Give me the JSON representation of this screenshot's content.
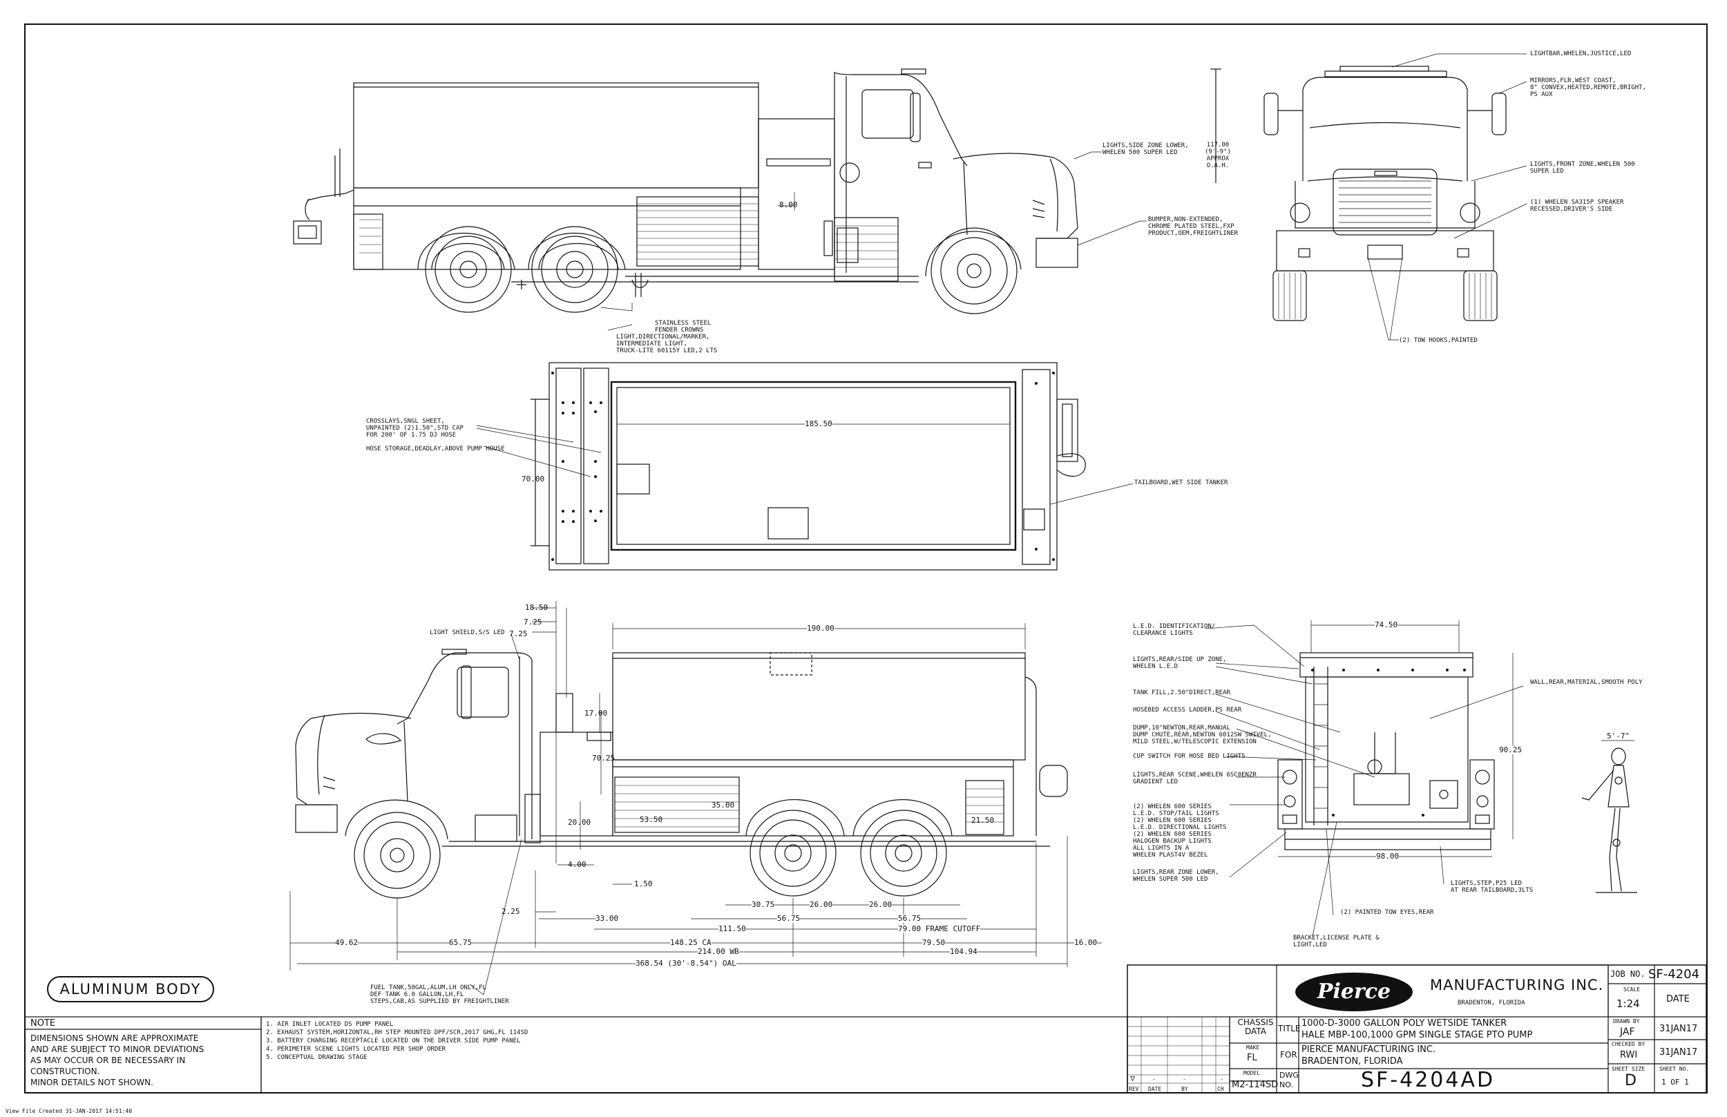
{
  "frame": {
    "footer_created": "View File Created 31-JAN-2017 14:51:40",
    "aluminum_body": "ALUMINUM BODY",
    "note": {
      "heading": "NOTE",
      "lines": [
        "DIMENSIONS SHOWN ARE APPROXIMATE",
        "AND ARE SUBJECT TO MINOR DEVIATIONS",
        "AS MAY OCCUR OR BE NECESSARY IN",
        "CONSTRUCTION.",
        "MINOR DETAILS NOT SHOWN."
      ]
    },
    "general_notes": [
      "1. AIR INLET LOCATED DS PUMP PANEL",
      "2. EXHAUST SYSTEM,HORIZONTAL,RH STEP MOUNTED DPF/SCR,2017 GHG,FL 114SD",
      "3. BATTERY CHARGING RECEPTACLE LOCATED ON THE DRIVER SIDE PUMP PANEL",
      "4. PERIMETER SCENE LIGHTS LOCATED PER SHOP ORDER",
      "5. CONCEPTUAL DRAWING STAGE"
    ]
  },
  "title_block": {
    "logo_text": "Pierce",
    "company": "MANUFACTURING INC.",
    "company_location": "BRADENTON, FLORIDA",
    "job_no_label": "JOB NO.",
    "job_no": "SF-4204",
    "scale_label": "SCALE",
    "scale": "1:24",
    "date_label": "DATE",
    "drawn_by_label": "DRAWN BY",
    "drawn_by": "JAF",
    "drawn_date": "31JAN17",
    "checked_by_label": "CHECKED BY",
    "checked_by": "RWI",
    "checked_date": "31JAN17",
    "chassis_data_label": "CHASSIS DATA",
    "make_label": "MAKE",
    "make": "FL",
    "model_label": "MODEL",
    "model": "M2-114SD",
    "title_label": "TITLE",
    "title_line1": "1000-D-3000 GALLON POLY WETSIDE TANKER",
    "title_line2": "HALE MBP-100,1000 GPM SINGLE STAGE PTO PUMP",
    "for_label": "FOR",
    "for_line1": "PIERCE MANUFACTURING INC.",
    "for_line2": "BRADENTON, FLORIDA",
    "dwg_label": "DWG NO.",
    "dwg_no": "SF-4204AD",
    "sheet_size_label": "SHEET SIZE",
    "sheet_size": "D",
    "sheet_no_label": "SHEET NO.",
    "sheet_no": "1 OF 1",
    "rev_headers": [
      "REV",
      "DATE",
      "BY",
      "CH"
    ],
    "rev_values": [
      "-",
      "-",
      "-"
    ]
  },
  "callouts": {
    "c1": "LIGHTS,SIDE ZONE LOWER,\nWHELEN 500 SUPER LED",
    "c2": "BUMPER,NON-EXTENDED,\nCHROME PLATED STEEL,FXP\nPRODUCT,OEM,FREIGHTLINER",
    "c3": "STAINLESS STEEL\nFENDER CROWNS",
    "c4": "LIGHT,DIRECTIONAL/MARKER,\nINTERMEDIATE LIGHT,\nTRUCK-LITE 60115Y LED,2 LTS",
    "c5": "117.00\n(9'-9\")\nAPPROX\nO.A.H.",
    "c6": "LIGHTBAR,WHELEN,JUSTICE,LED",
    "c7": "MIRRORS,FLR,WEST COAST,\n8\" CONVEX,HEATED,REMOTE,BRIGHT,\nPS AUX",
    "c8": "LIGHTS,FRONT ZONE,WHELEN 500\nSUPER LED",
    "c9": "(1) WHELEN SA315P SPEAKER\nRECESSED,DRIVER'S SIDE",
    "c10": "(2) TOW HOOKS,PAINTED",
    "c11": "CROSSLAYS,SNGL SHEET,\nUNPAINTED (2)1.50\",STD CAP\nFOR 200' OF 1.75 DJ HOSE",
    "c12": "HOSE STORAGE,DEADLAY,ABOVE PUMP HOUSE",
    "c13": "TAILBOARD,WET SIDE TANKER",
    "c14": "LIGHT SHIELD,S/S LED",
    "c15": "FUEL TANK,50GAL,ALUM,LH ONLY,FL\nDEF TANK 6.0 GALLON,LH,FL\nSTEPS,CAB,AS SUPPLIED BY FREIGHTLINER",
    "c16": "L.E.D. IDENTIFICATION/\nCLEARANCE LIGHTS",
    "c17": "LIGHTS,REAR/SIDE UP ZONE,\nWHELEN L.E.D",
    "c18": "TANK FILL,2.50\"DIRECT,REAR",
    "c19": "HOSEBED ACCESS LADDER,PS REAR",
    "c20": "DUMP,10\"NEWTON,REAR,MANUAL\nDUMP CHUTE,REAR,NEWTON 6012SW SWIVEL,\nMILD STEEL,W/TELESCOPIC EXTENSION",
    "c21": "CUP SWITCH FOR HOSE BED LIGHTS",
    "c22": "LIGHTS,REAR SCENE,WHELEN 6SC0ENZR\nGRADIENT LED",
    "c23": "(2) WHELEN 600 SERIES\nL.E.D. STOP/TAIL LIGHTS\n(2) WHELEN 600 SERIES\nL.E.D. DIRECTIONAL LIGHTS\n(2) WHELEN 600 SERIES\nHALOGEN BACKUP LIGHTS\nALL LIGHTS IN A\nWHELEN PLAST4V BEZEL",
    "c24": "LIGHTS,REAR ZONE LOWER,\nWHELEN SUPER 500 LED",
    "c25": "BRACKET,LICENSE PLATE &\nLIGHT,LED",
    "c26": "(2) PAINTED TOW EYES,REAR",
    "c27": "LIGHTS,STEP,P25 LED\nAT REAR TAILBOARD,3LTS",
    "c28": "WALL,REAR,MATERIAL,SMOOTH POLY"
  },
  "dimensions": {
    "d_8": "8.00",
    "d_185": "185.50",
    "d_70": "70.00",
    "d_18": "18.50",
    "d_725a": "7.25",
    "d_725b": "7.25",
    "d_190": "190.00",
    "d_17": "17.00",
    "d_7025": "70.25",
    "d_20": "20.00",
    "d_5350": "53.50",
    "d_35": "35.00",
    "d_2150": "21.50",
    "d_4": "4.00",
    "d_150": "1.50",
    "d_225": "2.25",
    "d_33": "33.00",
    "d_3075": "30.75",
    "d_26a": "26.00",
    "d_26b": "26.00",
    "d_5675a": "56.75",
    "d_5675b": "56.75",
    "d_11150": "111.50",
    "d_frame": "79.00 FRAME CUTOFF",
    "d_4962": "49.62",
    "d_6575": "65.75",
    "d_14825": "148.25 CA",
    "d_7950": "79.50",
    "d_16": "16.00",
    "d_214": "214.00 WB",
    "d_10494": "104.94",
    "d_oal": "368.54 (30'-8.54\") OAL",
    "d_7450": "74.50",
    "d_9025": "90.25",
    "d_98": "98.00",
    "d_57": "5'-7\""
  }
}
